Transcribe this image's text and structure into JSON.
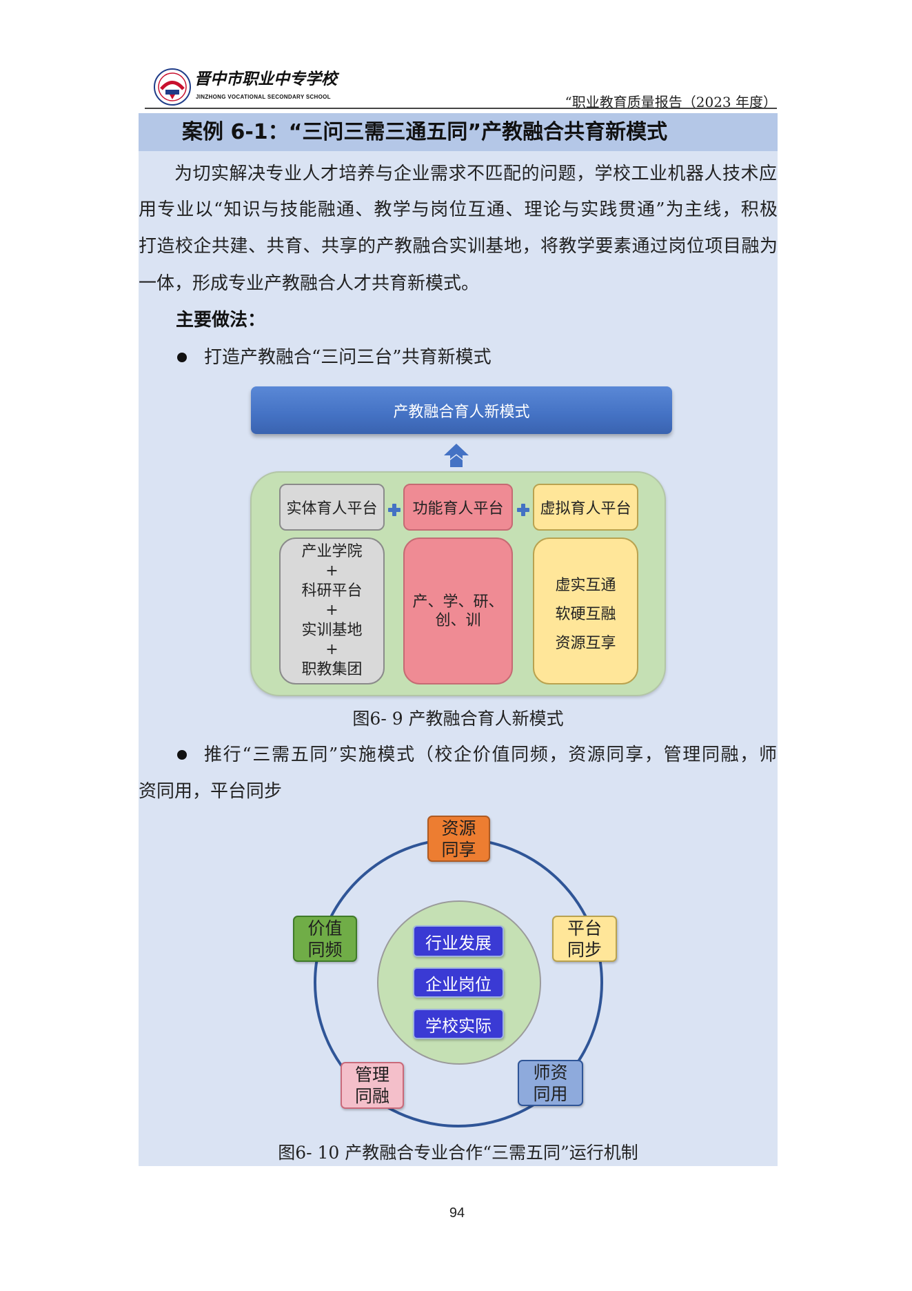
{
  "header": {
    "school_name_cn": "晋中市职业中专学校",
    "school_name_en": "JINZHONG VOCATIONAL SECONDARY SCHOOL",
    "report_title": "“职业教育质量报告（2023 年度）"
  },
  "case": {
    "title": "案例 6-1：“三问三需三通五同”产教融合共育新模式",
    "intro_lines": [
      "为切实解决专业人才培养与企业需求不匹配的问题，学校工业机器人技术应",
      "用专业以“知识与技能融通、教学与岗位互通、理论与实践贯通”为主线，积极",
      "打造校企共建、共育、共享的产教融合实训基地，将教学要素通过岗位项目融为",
      "一体，形成专业产教融合人才共育新模式。"
    ],
    "section_heading": "主要做法：",
    "bullet1": "打造产教融合“三问三台”共育新模式",
    "bullet2_lines": [
      "推行“三需五同”实施模式（校企价值同频，资源同享，管理同融，师",
      "资同用，平台同步"
    ]
  },
  "figure1": {
    "banner": "产教融合育人新模式",
    "platforms": [
      {
        "name": "实体育人平台",
        "content": [
          "产业学院",
          "+",
          "科研平台",
          "+",
          "实训基地",
          "+",
          "职教集团"
        ]
      },
      {
        "name": "功能育人平台",
        "content": [
          "产、学、研、",
          "创、训"
        ]
      },
      {
        "name": "虚拟育人平台",
        "content": [
          "虚实互通",
          "软硬互融",
          "资源互享"
        ]
      }
    ],
    "caption": "图6- 9 产教融合育人新模式"
  },
  "figure2": {
    "core": [
      "行业发展",
      "企业岗位",
      "学校实际"
    ],
    "nodes": [
      {
        "lines": [
          "资源",
          "同享"
        ]
      },
      {
        "lines": [
          "平台",
          "同步"
        ]
      },
      {
        "lines": [
          "师资",
          "同用"
        ]
      },
      {
        "lines": [
          "管理",
          "同融"
        ]
      },
      {
        "lines": [
          "价值",
          "同频"
        ]
      }
    ],
    "caption": "图6- 10 产教融合专业合作“三需五同”运行机制"
  },
  "page_number": "94",
  "colors": {
    "panel_bg": "#dae3f3",
    "title_bar_bg": "#b4c7e7",
    "banner_bg": "#4472c4",
    "container_bg": "#c5e0b4",
    "physical_platform_bg": "#d9d9d9",
    "functional_platform_bg": "#ef8b94",
    "virtual_platform_bg": "#ffe699",
    "cycle_stroke": "#2f5597",
    "core_box_bg": "#3a3ad4",
    "resource_node_bg": "#ed7d31",
    "platform_node_bg": "#ffe699",
    "teacher_node_bg": "#8eaadc",
    "management_node_bg": "#f4bfca",
    "value_node_bg": "#70ad47"
  }
}
